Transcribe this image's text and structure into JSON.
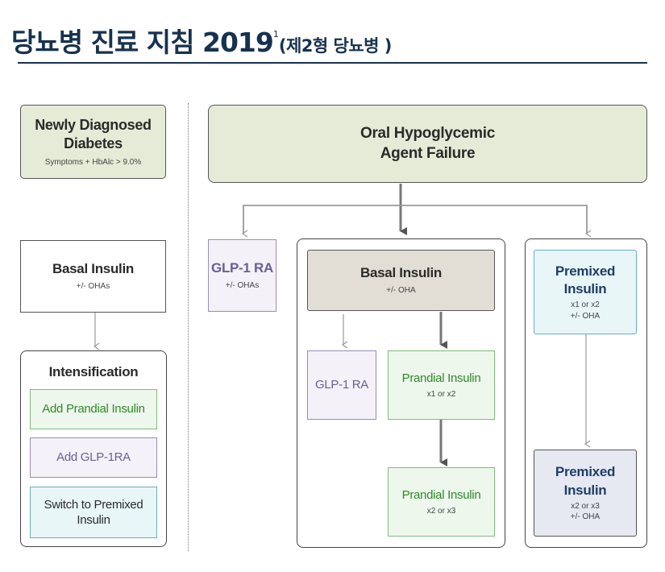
{
  "header": {
    "title": "당뇨병 진료 지침 2019",
    "superscript": "1",
    "subtitle": "(제2형 당뇨병 )"
  },
  "left_column": {
    "newly_diagnosed": {
      "label": "Newly Diagnosed Diabetes",
      "note": "Symptoms + HbAlc > 9.0%"
    },
    "basal_insulin": {
      "label": "Basal Insulin",
      "note": "+/- OHAs"
    },
    "intensification": {
      "title": "Intensification",
      "options": [
        {
          "label": "Add Prandial Insulin"
        },
        {
          "label": "Add GLP-1RA"
        },
        {
          "label": "Switch to Premixed Insulin"
        }
      ]
    }
  },
  "right_column": {
    "oha_failure": {
      "label": "Oral Hypoglycemic Agent Failure"
    },
    "glp1_ra": {
      "label": "GLP-1 RA",
      "note": "+/- OHAs"
    },
    "basal_insulin": {
      "label": "Basal Insulin",
      "note": "+/- OHA"
    },
    "basal_glp1": {
      "label": "GLP-1 RA"
    },
    "prandial_1": {
      "label": "Prandial Insulin",
      "note": "x1 or x2"
    },
    "prandial_2": {
      "label": "Prandial Insulin",
      "note": "x2 or x3"
    },
    "premixed_1": {
      "label": "Premixed Insulin",
      "note": "x1 or x2",
      "note2": "+/- OHA"
    },
    "premixed_2": {
      "label": "Premixed Insulin",
      "note": "x2 or x3",
      "note2": "+/- OHA"
    }
  },
  "colors": {
    "title": "#16324f",
    "navy_text": "#1f3d66",
    "purple_text": "#6a5f94",
    "green_text": "#2e8a2a",
    "olive_fill": "#e6ebd7",
    "taupe_fill": "#e2ded5",
    "cyan_fill": "#e8f6f8"
  }
}
